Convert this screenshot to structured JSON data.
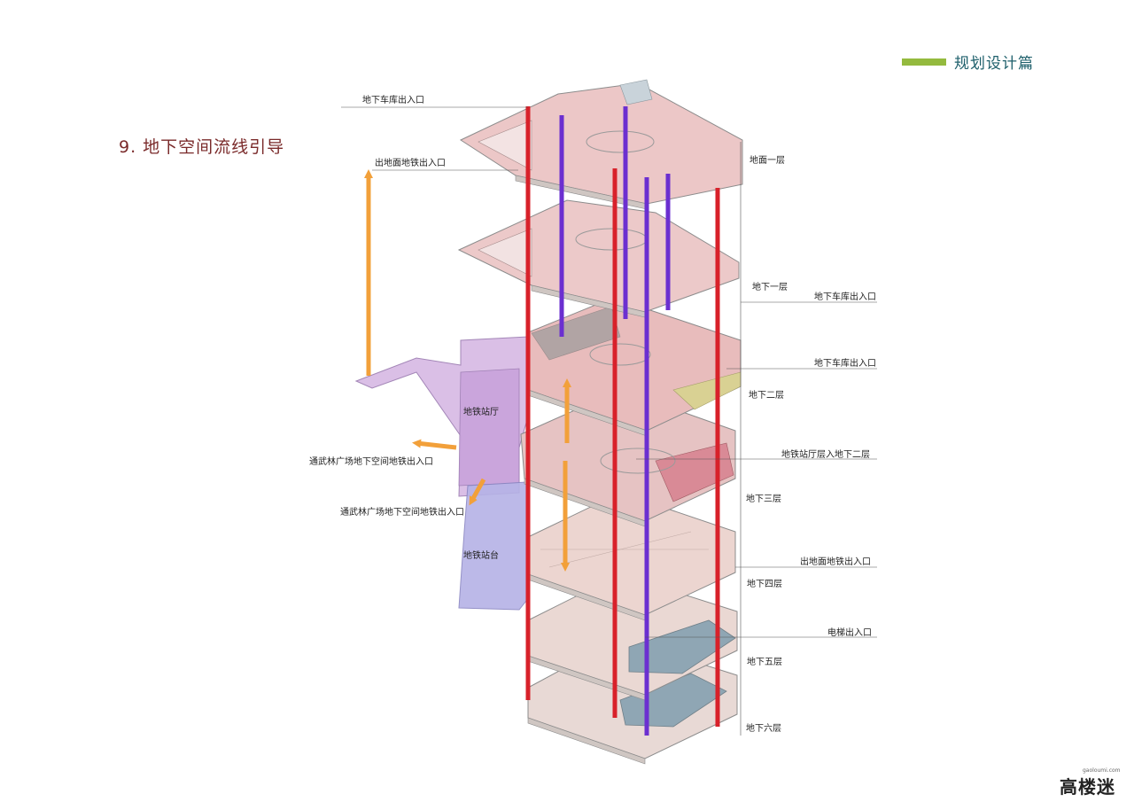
{
  "header": {
    "title": "规划设计篇",
    "accent_color": "#94ba3e"
  },
  "page_title": "9. 地下空间流线引导",
  "floors": [
    {
      "label": "地面一层"
    },
    {
      "label": "地下一层"
    },
    {
      "label": "地下二层"
    },
    {
      "label": "地下三层"
    },
    {
      "label": "地下四层"
    },
    {
      "label": "地下五层"
    },
    {
      "label": "地下六层"
    }
  ],
  "callouts": {
    "top_garage": "地下车库出入口",
    "ground_metro": "出地面地铁出入口",
    "b1_garage": "地下车库出入口",
    "b2_garage": "地下车库出入口",
    "metro_to_b2": "地铁站厅层入地下二层",
    "b3_ground_metro": "出地面地铁出入口",
    "elevator": "电梯出入口",
    "wulin_1": "通武林广场地下空间地铁出入口",
    "wulin_2": "通武林广场地下空间地铁出入口",
    "station_hall": "地铁站厅",
    "station_platform": "地铁站台"
  },
  "watermark": {
    "text": "高楼迷",
    "sub": "gaoloumi.com"
  },
  "colors": {
    "red_core": "#d8212a",
    "purple_core": "#6b2fd0",
    "orange_flow": "#f2a03a",
    "metro": "#c9a9d9"
  }
}
